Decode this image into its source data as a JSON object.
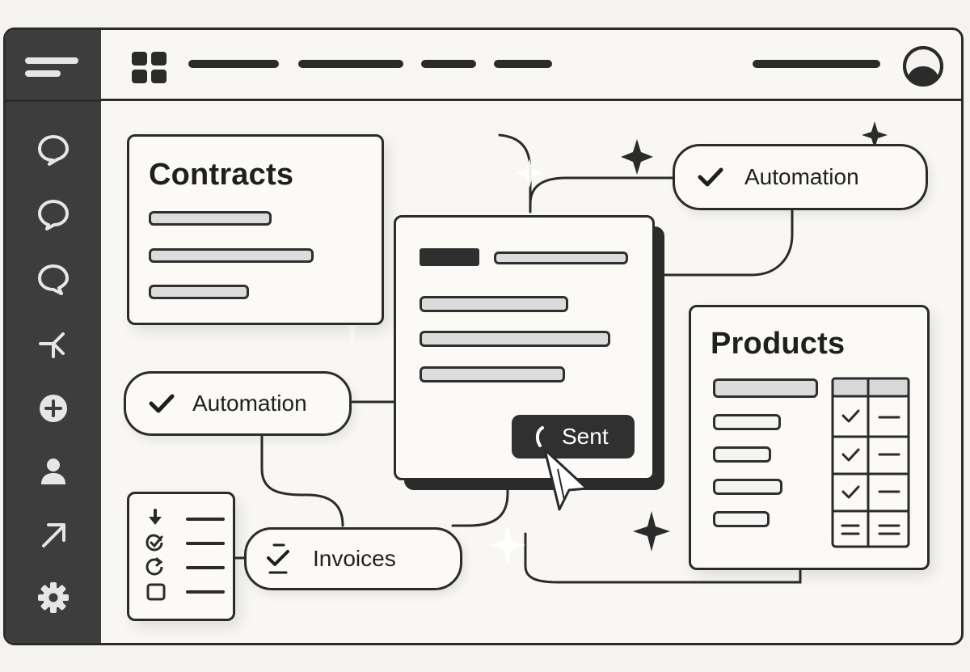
{
  "cards": {
    "contracts": {
      "title": "Contracts"
    },
    "products": {
      "title": "Products"
    }
  },
  "chips": {
    "automation_top": {
      "label": "Automation"
    },
    "automation_left": {
      "label": "Automation"
    },
    "invoices": {
      "label": "Invoices"
    }
  },
  "document": {
    "send_label": "Sent"
  },
  "icons": {
    "sidebar": [
      "chat-bubble-icon",
      "chat-bubble-icon",
      "chat-bubble-icon",
      "branch-icon",
      "plus-circle-icon",
      "user-icon",
      "arrow-up-right-icon",
      "gear-icon"
    ],
    "topbar": [
      "grid-icon",
      "avatar-icon"
    ]
  },
  "colors": {
    "ink": "#2b2b2b",
    "sidebar": "#3d3d3d",
    "background": "#f8f7f3",
    "bar_fill": "#dcdcdc"
  }
}
